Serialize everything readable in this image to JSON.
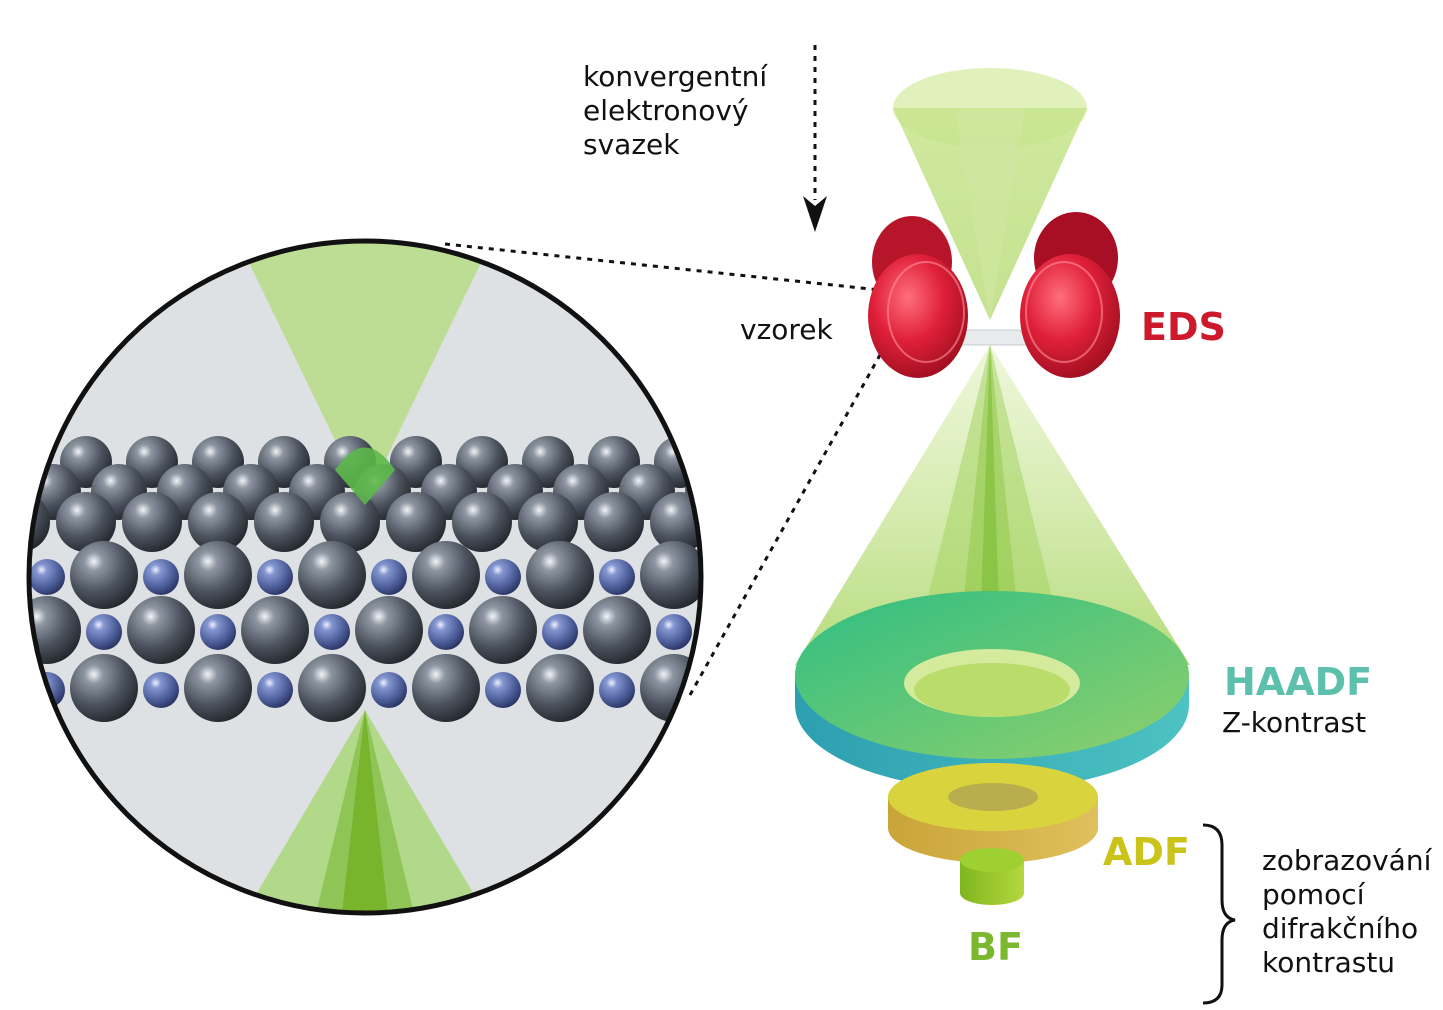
{
  "labels": {
    "beam": [
      "konvergentní",
      "elektronový",
      "svazek"
    ],
    "sample": "vzorek",
    "eds": "EDS",
    "haadf": "HAADF",
    "haadf_sub": "Z-kontrast",
    "adf": "ADF",
    "bf": "BF",
    "diffraction": [
      "zobrazování",
      "pomocí",
      "difrakčního",
      "kontrastu"
    ]
  },
  "colors": {
    "eds": "#cc1a2b",
    "haadf": "#5cc0ad",
    "adf": "#c9c31a",
    "bf": "#7cb82f",
    "beam_green": "#9ccf5a",
    "atom_large": "#4d5562",
    "atom_small": "#5568a6",
    "background_circle": "#dde1e3"
  },
  "icons": {
    "beam_arrow": "dotted-arrow-down-icon",
    "bracket": "curly-brace-icon"
  }
}
